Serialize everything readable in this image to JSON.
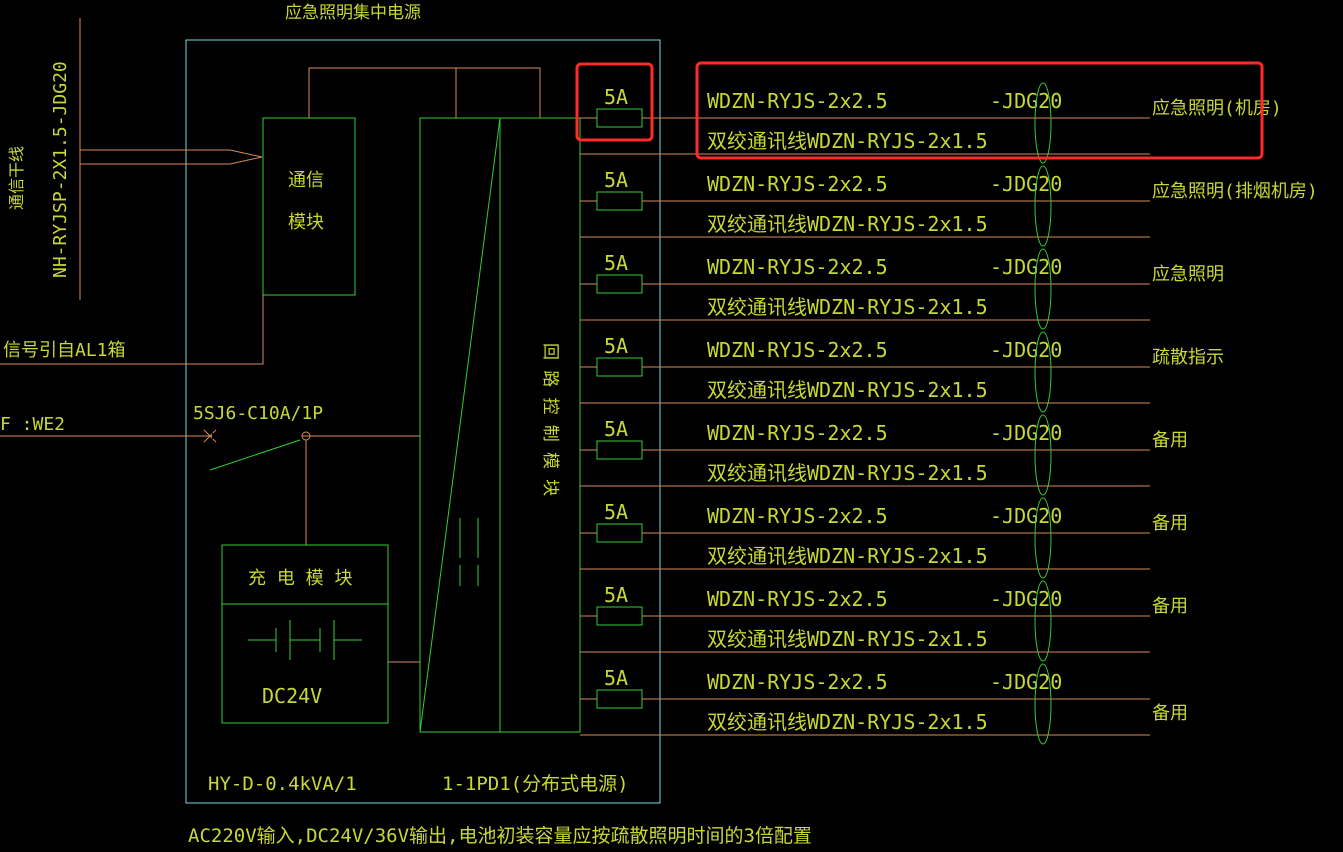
{
  "title": "应急照明集中电源",
  "left": {
    "comm_cable": "NH-RYJSP-2X1.5-JDG20",
    "comm_trunk": "通信干线",
    "signal_from": "信号引自AL1箱",
    "feed": "F  :WE2"
  },
  "panel": {
    "breaker": "5SJ6-C10A/1P",
    "comm_module_line1": "通信",
    "comm_module_line2": "模块",
    "charge_module": "充 电 模 块",
    "battery_voltage": "DC24V",
    "loop_control_module": "回 路 控 制 模 块",
    "model": "HY-D-0.4kVA/1",
    "distributed_label": "1-1PD1(分布式电源)",
    "note": "AC220V输入,DC24V/36V输出,电池初装容量应按疏散照明时间的3倍配置"
  },
  "circuits": [
    {
      "fuse": "5A",
      "power_cable": "WDZN-RYJS-2x2.5",
      "comm_cable": "双绞通讯线WDZN-RYJS-2x1.5",
      "conduit": "-JDG20",
      "load": "应急照明(机房)"
    },
    {
      "fuse": "5A",
      "power_cable": "WDZN-RYJS-2x2.5",
      "comm_cable": "双绞通讯线WDZN-RYJS-2x1.5",
      "conduit": "-JDG20",
      "load": "应急照明(排烟机房)"
    },
    {
      "fuse": "5A",
      "power_cable": "WDZN-RYJS-2x2.5",
      "comm_cable": "双绞通讯线WDZN-RYJS-2x1.5",
      "conduit": "-JDG20",
      "load": "应急照明"
    },
    {
      "fuse": "5A",
      "power_cable": "WDZN-RYJS-2x2.5",
      "comm_cable": "双绞通讯线WDZN-RYJS-2x1.5",
      "conduit": "-JDG20",
      "load": "疏散指示"
    },
    {
      "fuse": "5A",
      "power_cable": "WDZN-RYJS-2x2.5",
      "comm_cable": "双绞通讯线WDZN-RYJS-2x1.5",
      "conduit": "-JDG20",
      "load": "备用"
    },
    {
      "fuse": "5A",
      "power_cable": "WDZN-RYJS-2x2.5",
      "comm_cable": "双绞通讯线WDZN-RYJS-2x1.5",
      "conduit": "-JDG20",
      "load": "备用"
    },
    {
      "fuse": "5A",
      "power_cable": "WDZN-RYJS-2x2.5",
      "comm_cable": "双绞通讯线WDZN-RYJS-2x1.5",
      "conduit": "-JDG20",
      "load": "备用"
    },
    {
      "fuse": "5A",
      "power_cable": "WDZN-RYJS-2x2.5",
      "comm_cable": "双绞通讯线WDZN-RYJS-2x1.5",
      "conduit": "-JDG20",
      "load": "备用"
    }
  ],
  "colors": {
    "background": "#000000",
    "text": "#c8d834",
    "wire": "#d98a5a",
    "green": "#33cc33",
    "cyan": "#7ad6e0",
    "highlight": "#ff2a2a"
  }
}
